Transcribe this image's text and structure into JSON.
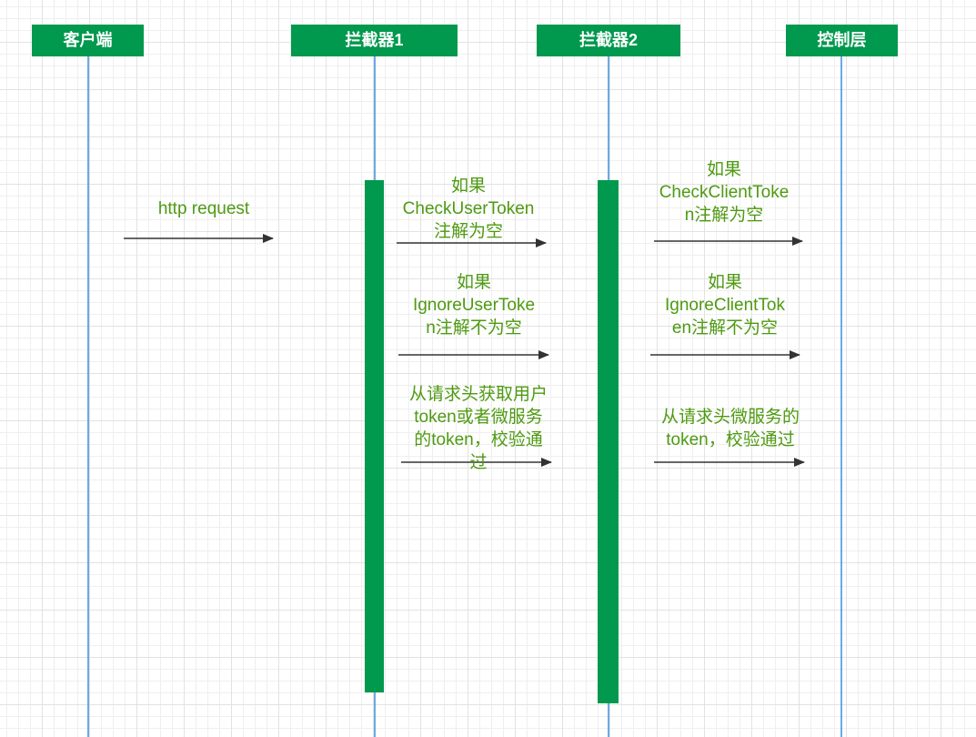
{
  "participants": [
    {
      "label": "客户端"
    },
    {
      "label": "拦截器1"
    },
    {
      "label": "拦截器2"
    },
    {
      "label": "控制层"
    }
  ],
  "messages": [
    {
      "lines": [
        "http request"
      ]
    },
    {
      "lines": [
        "如果",
        "CheckUserToken",
        "注解为空"
      ]
    },
    {
      "lines": [
        "如果",
        "CheckClientToke",
        "n注解为空"
      ]
    },
    {
      "lines": [
        "如果",
        "IgnoreUserToke",
        "n注解不为空"
      ]
    },
    {
      "lines": [
        "如果",
        "IgnoreClientTok",
        "en注解不为空"
      ]
    },
    {
      "lines": [
        "从请求头获取用户",
        "token或者微服务",
        "的token，校验通",
        "过"
      ]
    },
    {
      "lines": [
        "从请求头微服务的",
        "token，校验通过"
      ]
    }
  ],
  "colors": {
    "header_fill": "#00994d",
    "header_text": "#ffffff",
    "lifeline": "#3a8ee0",
    "arrow": "#333333",
    "label_text": "#4e9a12"
  }
}
